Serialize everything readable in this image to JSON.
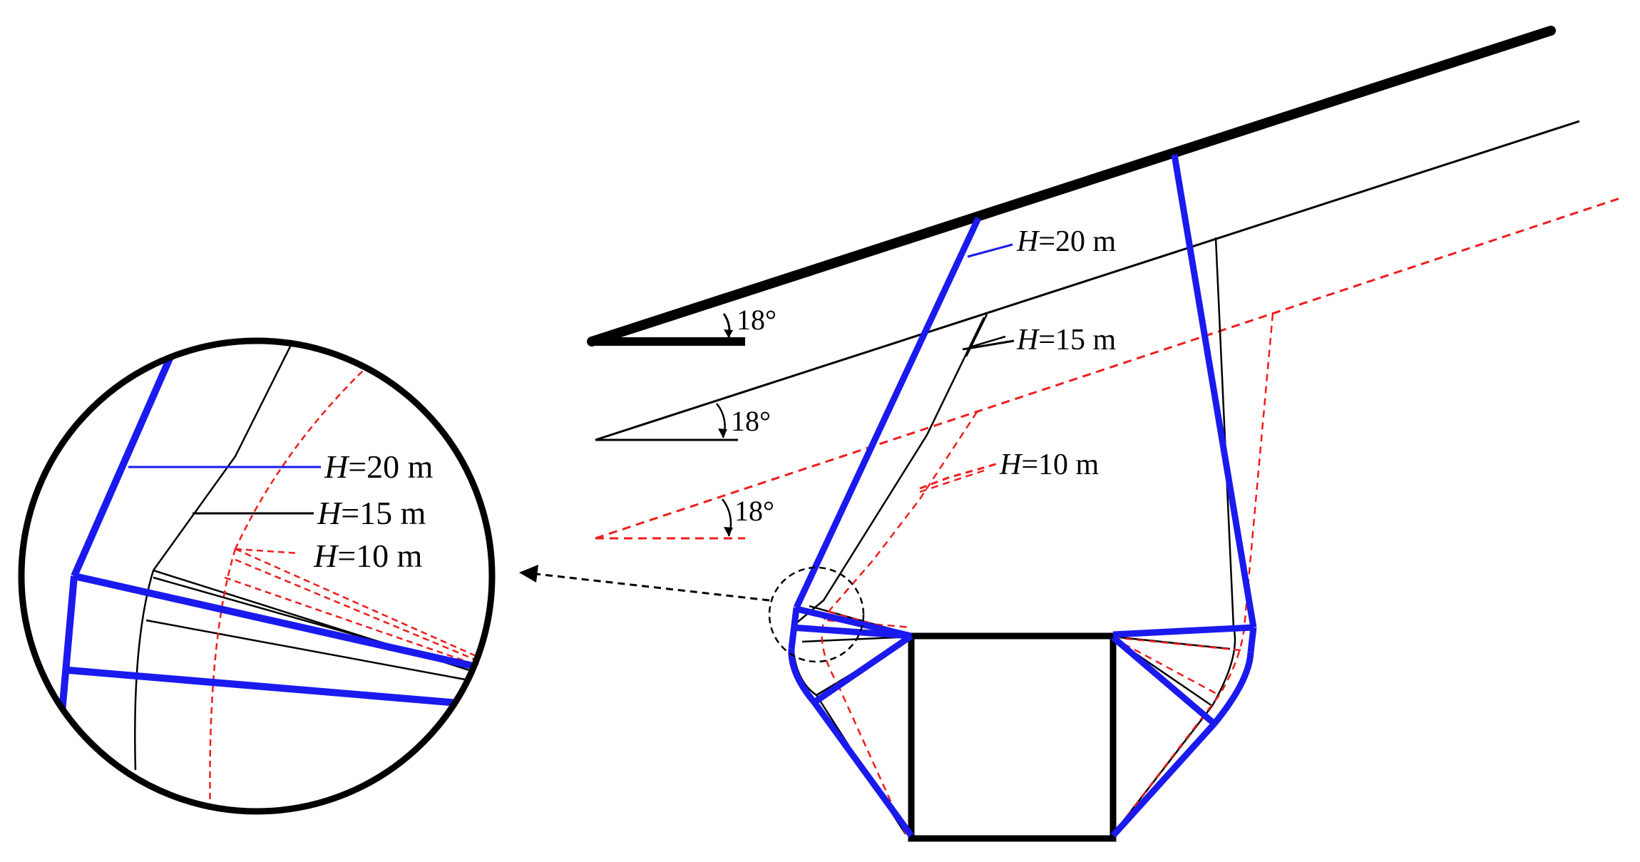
{
  "colors": {
    "h20": "#1a1aee",
    "h15": "#000000",
    "h10": "#ee1c1c",
    "tunnel": "#000000",
    "arrow": "#000000"
  },
  "legend_labels": {
    "h20": {
      "var": "H",
      "text": "=20 m"
    },
    "h15": {
      "var": "H",
      "text": "=15 m"
    },
    "h10": {
      "var": "H",
      "text": "=10 m"
    }
  },
  "slope_angle": "18°",
  "zoom_labels": {
    "h20": {
      "var": "H",
      "text": "=20 m"
    },
    "h15": {
      "var": "H",
      "text": "=15 m"
    },
    "h10": {
      "var": "H",
      "text": "=10 m"
    }
  }
}
